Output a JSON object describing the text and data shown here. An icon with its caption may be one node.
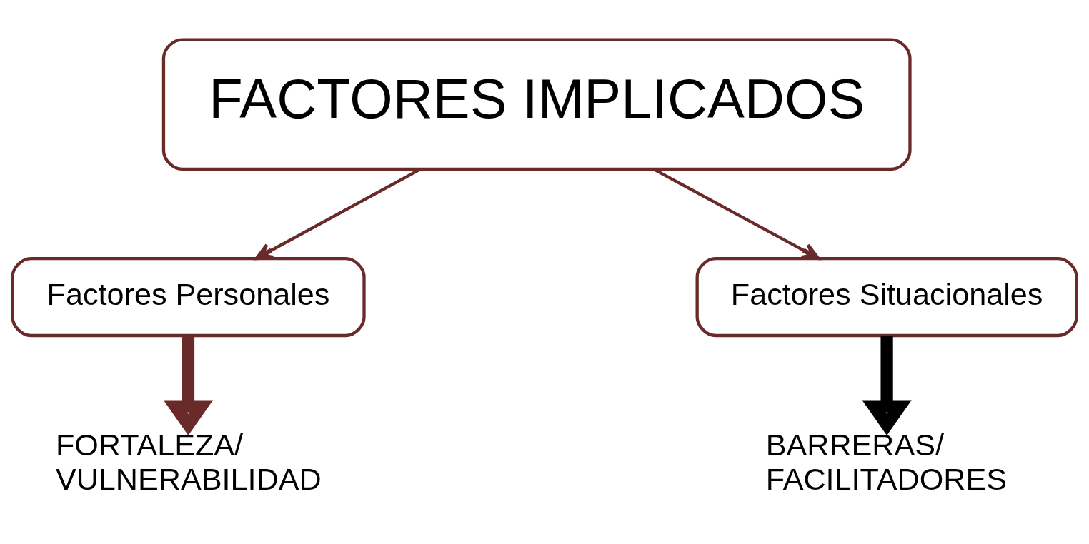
{
  "diagram": {
    "nodes": [
      {
        "text": [
          "FACTORES IMPLICADOS"
        ]
      },
      {
        "text": [
          "Factores Personales"
        ]
      },
      {
        "text": [
          "Factores Situacionales"
        ]
      },
      {
        "text": [
          "FORTALEZA/ VULNERABILIDAD"
        ]
      },
      {
        "text": [
          "BARRERAS/ FACILITADORES"
        ]
      }
    ],
    "edges": [
      {
        "from": 0,
        "to": 1,
        "arrow": "to"
      },
      {
        "from": 0,
        "to": 2,
        "arrow": "to"
      },
      {
        "from": 1,
        "to": 3,
        "arrow": "to",
        "style": "thick"
      },
      {
        "from": 2,
        "to": 4,
        "arrow": "to",
        "style": "thick",
        "color": "#000000"
      }
    ]
  }
}
